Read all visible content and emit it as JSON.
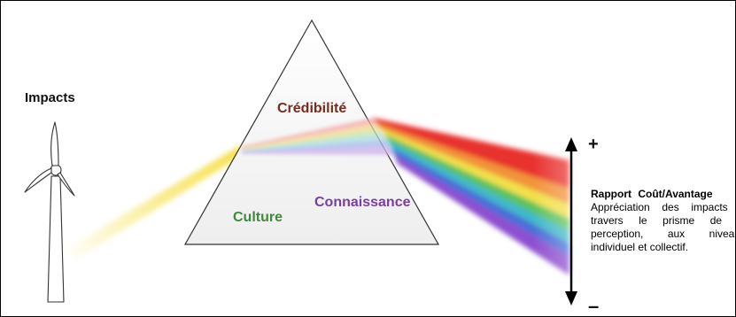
{
  "impacts_label": "Impacts",
  "prism": {
    "top_label": "Crédibilité",
    "left_label": "Culture",
    "right_label": "Connaissance"
  },
  "scale": {
    "plus": "+",
    "minus": "–"
  },
  "ratio": {
    "title": "Rapport Coût/Avantage",
    "description": "Appréciation des impacts à travers le prisme de la perception, aux niveaux individuel et collectif."
  },
  "colors": {
    "credibilite": "#7b2a1c",
    "culture": "#3e8a3a",
    "connaissance": "#7a3ea6",
    "light_beam": "#f7e04a"
  },
  "icons": [
    "wind-turbine-icon",
    "double-arrow-icon"
  ]
}
